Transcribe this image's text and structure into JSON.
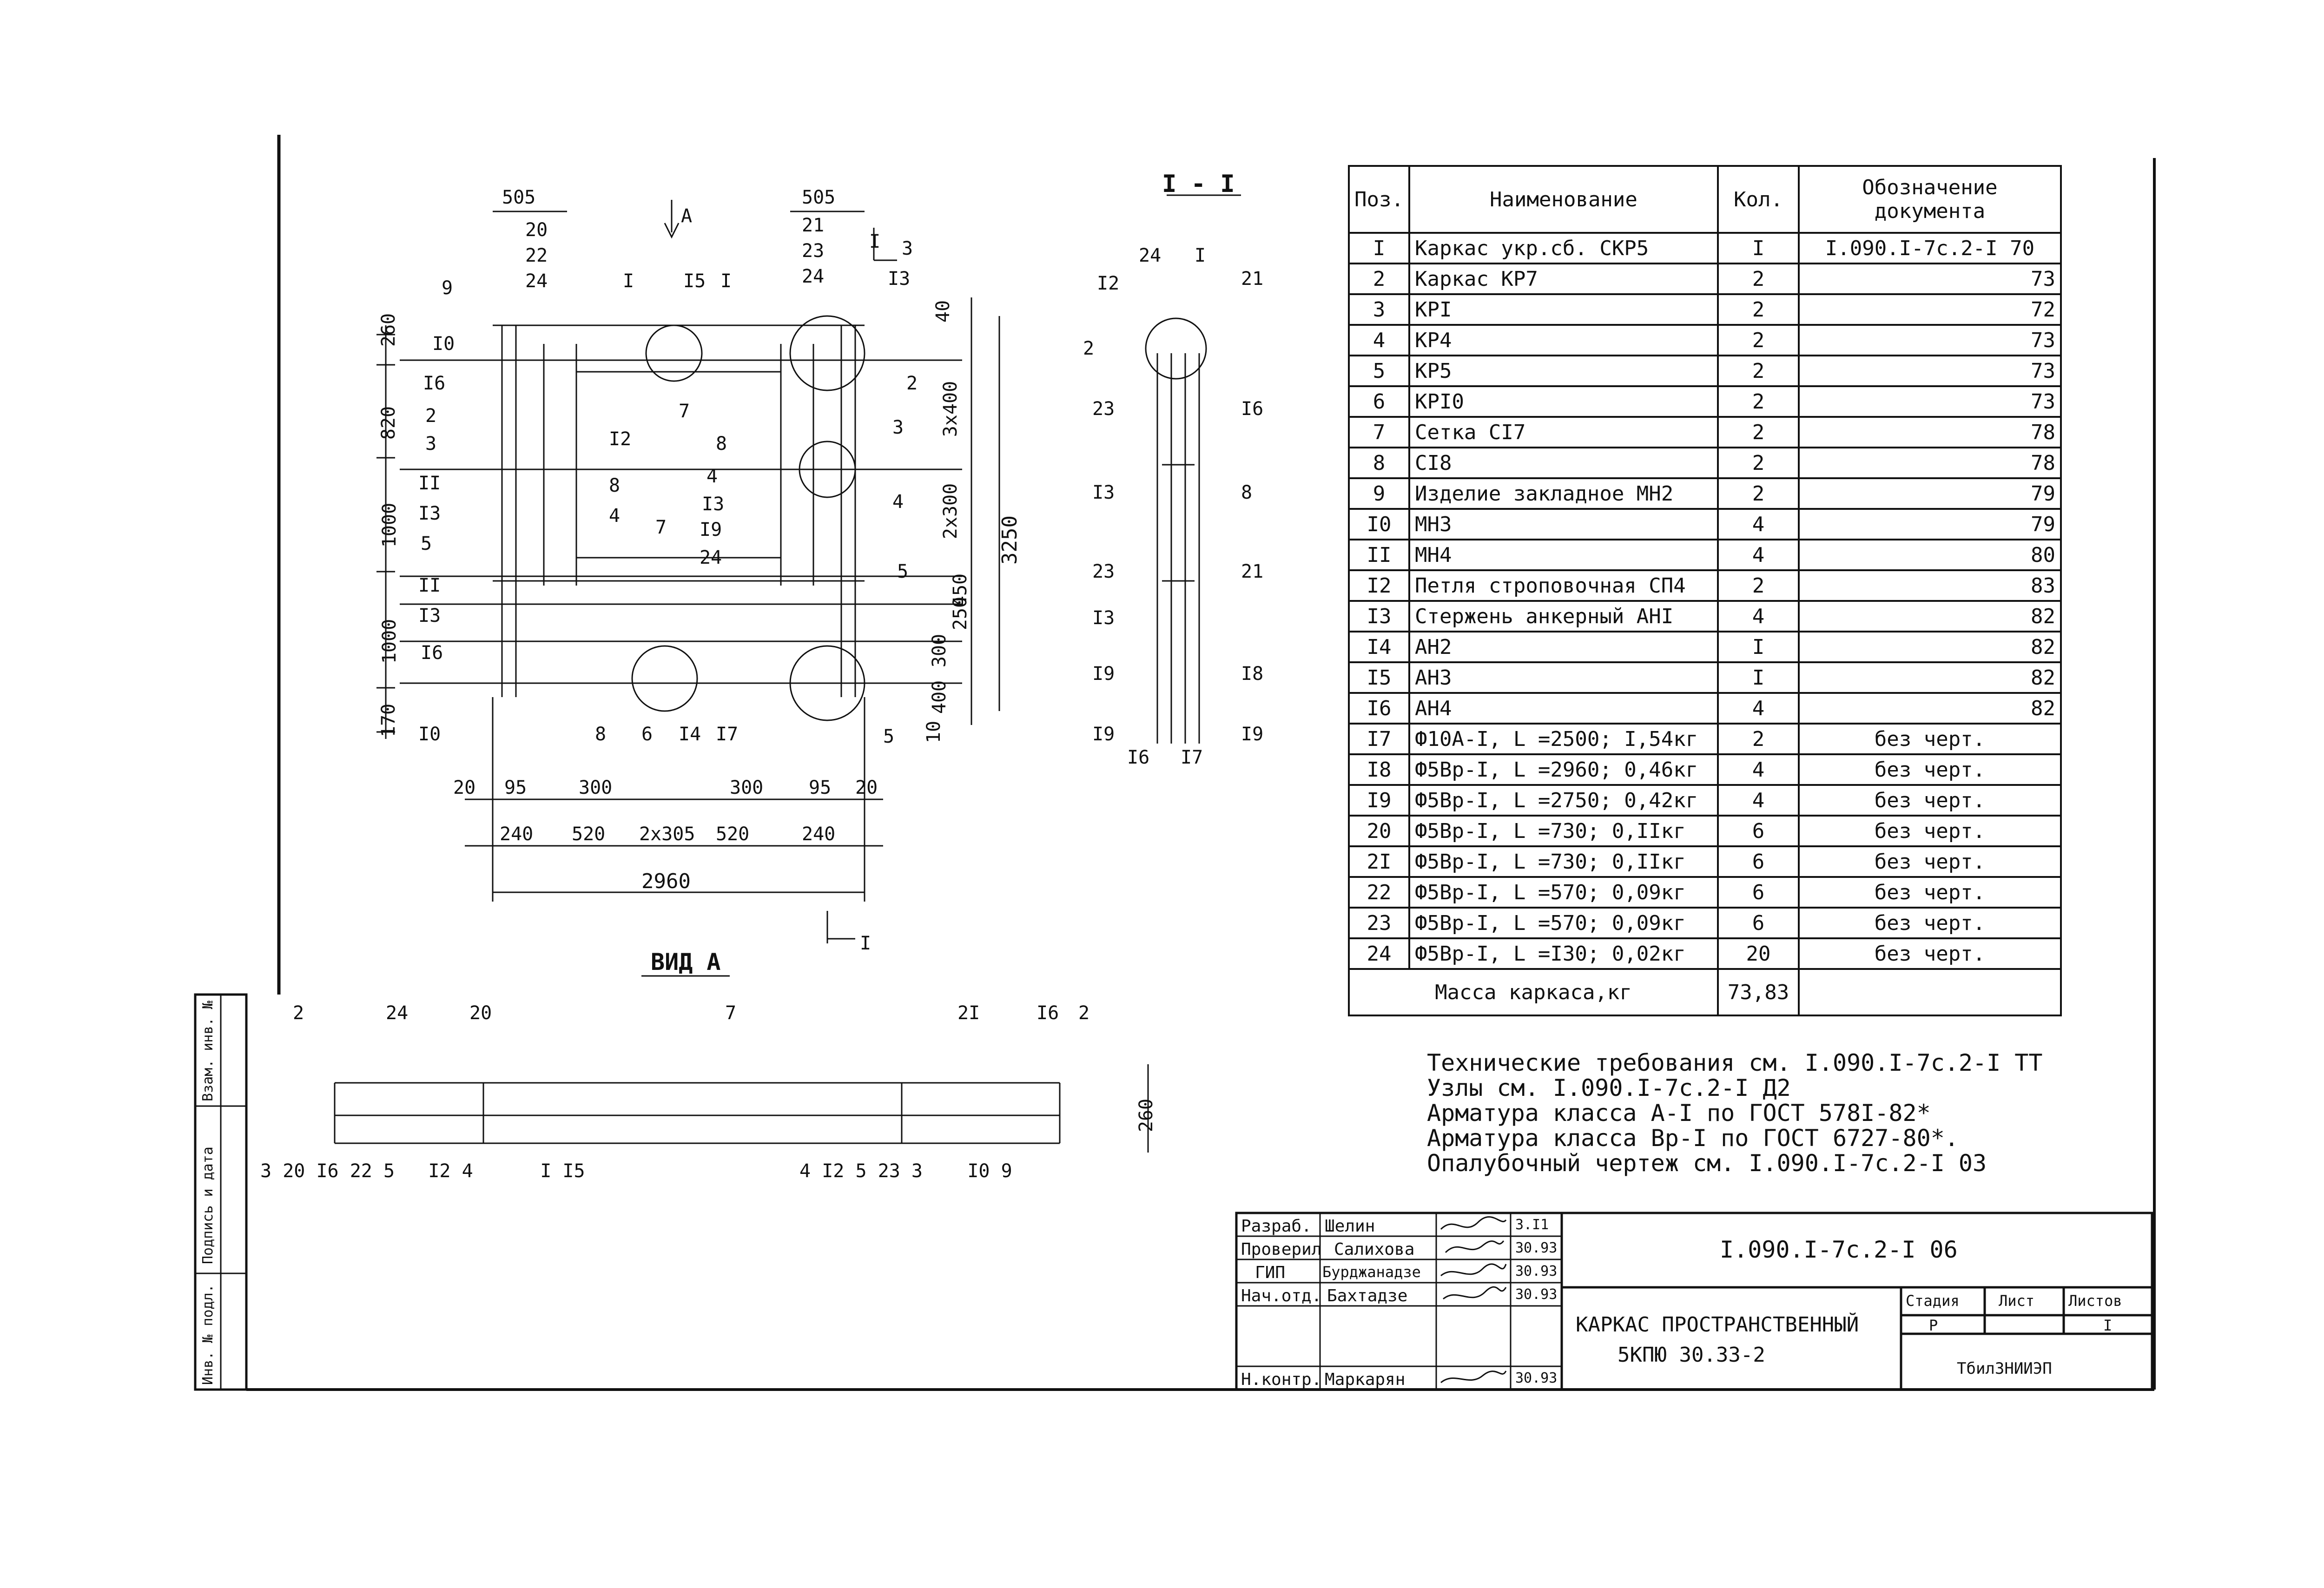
{
  "drawing": {
    "section_label": "I - I",
    "view_label": "ВИД А",
    "arrow_a": "A",
    "arrow_i": "I",
    "plan_dims_top_left": "505",
    "plan_dims_top_right": "505",
    "plan_stack_left": [
      "20",
      "22",
      "24"
    ],
    "plan_stack_right": [
      "21",
      "23",
      "24"
    ],
    "plan_left_dims": [
      "260",
      "820",
      "1000",
      "1000",
      "170"
    ],
    "plan_right_dims": [
      "40",
      "3x400",
      "2x300",
      "450",
      "300",
      "250",
      "400",
      "10"
    ],
    "plan_total_height": "3250",
    "plan_bottom_dims_row1": [
      "20",
      "95",
      "300",
      "300",
      "95",
      "20"
    ],
    "plan_bottom_dims_row2": [
      "240",
      "520",
      "2x305",
      "520",
      "240"
    ],
    "plan_total_width": "2960",
    "plan_callouts_left": [
      "9",
      "I0",
      "I6",
      "2",
      "3",
      "II",
      "I3",
      "5",
      "II",
      "I3",
      "I6",
      "I0"
    ],
    "plan_callouts_right": [
      "3",
      "I3",
      "2",
      "3",
      "4",
      "5",
      "5"
    ],
    "plan_callouts_inner": [
      "I",
      "I5",
      "I",
      "7",
      "8",
      "I2",
      "8",
      "4",
      "I3",
      "4",
      "7",
      "I9",
      "24"
    ],
    "plan_callouts_bottom": [
      "8",
      "6",
      "I4",
      "I7"
    ],
    "section_callouts_left": [
      "I2",
      "2",
      "23",
      "I3",
      "23",
      "I3",
      "I9",
      "I9",
      "I6"
    ],
    "section_callouts_right": [
      "24",
      "I",
      "21",
      "I6",
      "8",
      "21",
      "I8",
      "I9",
      "I7"
    ],
    "view_callouts_top": [
      "2",
      "24",
      "20",
      "7",
      "2I",
      "I6",
      "2"
    ],
    "view_callouts_bottom": [
      "3",
      "20",
      "I6",
      "22",
      "5",
      "I2",
      "4",
      "I",
      "I5",
      "4",
      "I2",
      "5",
      "23",
      "3",
      "I0",
      "9"
    ],
    "view_height_dim": "260"
  },
  "spec_table": {
    "headers": [
      "Поз.",
      "Наименование",
      "Кол.",
      "Обозначение документа"
    ],
    "rows": [
      {
        "pos": "I",
        "name": "Каркас укр.сб. СКР5",
        "qty": "I",
        "doc": "I.090.I-7c.2-I 70"
      },
      {
        "pos": "2",
        "name": "Каркас КР7",
        "qty": "2",
        "doc": "73"
      },
      {
        "pos": "3",
        "name": "КРI",
        "qty": "2",
        "doc": "72"
      },
      {
        "pos": "4",
        "name": "КР4",
        "qty": "2",
        "doc": "73"
      },
      {
        "pos": "5",
        "name": "КР5",
        "qty": "2",
        "doc": "73"
      },
      {
        "pos": "6",
        "name": "КРI0",
        "qty": "2",
        "doc": "73"
      },
      {
        "pos": "7",
        "name": "Сетка CI7",
        "qty": "2",
        "doc": "78"
      },
      {
        "pos": "8",
        "name": "CI8",
        "qty": "2",
        "doc": "78"
      },
      {
        "pos": "9",
        "name": "Изделие закладное МН2",
        "qty": "2",
        "doc": "79"
      },
      {
        "pos": "I0",
        "name": "МН3",
        "qty": "4",
        "doc": "79"
      },
      {
        "pos": "II",
        "name": "МН4",
        "qty": "4",
        "doc": "80"
      },
      {
        "pos": "I2",
        "name": "Петля строповочная СП4",
        "qty": "2",
        "doc": "83"
      },
      {
        "pos": "I3",
        "name": "Стержень анкерный АНI",
        "qty": "4",
        "doc": "82"
      },
      {
        "pos": "I4",
        "name": "АН2",
        "qty": "I",
        "doc": "82"
      },
      {
        "pos": "I5",
        "name": "АН3",
        "qty": "I",
        "doc": "82"
      },
      {
        "pos": "I6",
        "name": "АН4",
        "qty": "4",
        "doc": "82"
      },
      {
        "pos": "I7",
        "name": "Ф10А-I, L =2500; I,54кг",
        "qty": "2",
        "doc": "без черт."
      },
      {
        "pos": "I8",
        "name": "Ф5Вр-I,  L =2960; 0,46кг",
        "qty": "4",
        "doc": "без черт."
      },
      {
        "pos": "I9",
        "name": "Ф5Вр-I,  L =2750; 0,42кг",
        "qty": "4",
        "doc": "без черт."
      },
      {
        "pos": "20",
        "name": "Ф5Вр-I,  L =730; 0,IIкг",
        "qty": "6",
        "doc": "без черт."
      },
      {
        "pos": "2I",
        "name": "Ф5Вр-I,  L =730; 0,IIкг",
        "qty": "6",
        "doc": "без черт."
      },
      {
        "pos": "22",
        "name": "Ф5Вр-I,  L =570; 0,09кг",
        "qty": "6",
        "doc": "без черт."
      },
      {
        "pos": "23",
        "name": "Ф5Вр-I,  L =570; 0,09кг",
        "qty": "6",
        "doc": "без черт."
      },
      {
        "pos": "24",
        "name": "Ф5Вр-I,  L =I30; 0,02кг",
        "qty": "20",
        "doc": "без черт."
      }
    ],
    "mass_label": "Масса каркаса,кг",
    "mass_value": "73,83"
  },
  "notes": [
    "Технические требования см. I.090.I-7c.2-I ТТ",
    "Узлы см. I.090.I-7c.2-I Д2",
    "Арматура класса А-I по ГОСТ 578I-82*",
    "Арматура класса Вр-I по ГОСТ 6727-80*.",
    "Опалубочный чертеж см. I.090.I-7c.2-I 03"
  ],
  "title_block": {
    "roles": [
      "Разраб.",
      "Проверил",
      "ГИП",
      "Нач.отд.",
      "",
      "Н.контр."
    ],
    "names": [
      "Шелин",
      "Салихова",
      "Бурджанадзе",
      "Бахтадзе",
      "",
      "Маркарян"
    ],
    "dates": [
      "3.I1",
      "30.93",
      "30.93",
      "30.93",
      "",
      "30.93"
    ],
    "doc_code": "I.090.I-7c.2-I 06",
    "title_line1": "КАРКАС ПРОСТРАНСТВЕННЫЙ",
    "title_line2": "5КПЮ 30.33-2",
    "stage_label": "Стадия",
    "sheet_label": "Лист",
    "sheets_label": "Листов",
    "stage_value": "Р",
    "sheets_value": "I",
    "org": "ТбилЗНИИЭП"
  },
  "side_stamp": [
    "Инв. № подл.",
    "Подпись и дата",
    "Взам. инв. №"
  ]
}
